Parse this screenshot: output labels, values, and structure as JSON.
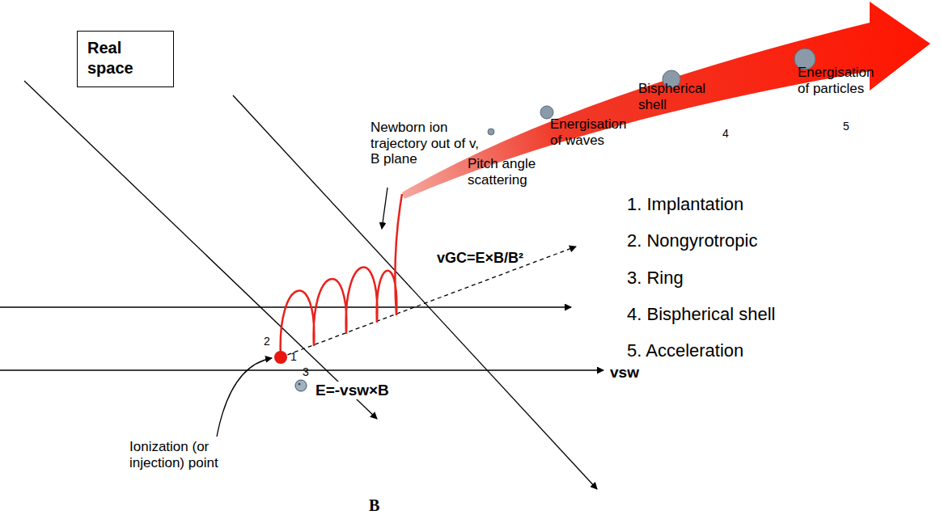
{
  "diagram": {
    "nodes": [
      {
        "text": [
          "Real space"
        ]
      }
    ],
    "labels": [
      "Newborn ion trajectory out of v, B plane",
      "vGC=E×B/B²",
      "E=-vsw×B",
      "vsw",
      "Ionization (or injection) point",
      "1",
      "2",
      "3",
      "Pitch angle scattering",
      "Energisation of waves",
      "Bispherical shell",
      "4",
      "Energisation of particles",
      "5",
      "1. Implantation",
      "2. Nongyrotropic",
      "3. Ring",
      "4. Bispherical shell",
      "5. Acceleration",
      "B"
    ]
  }
}
